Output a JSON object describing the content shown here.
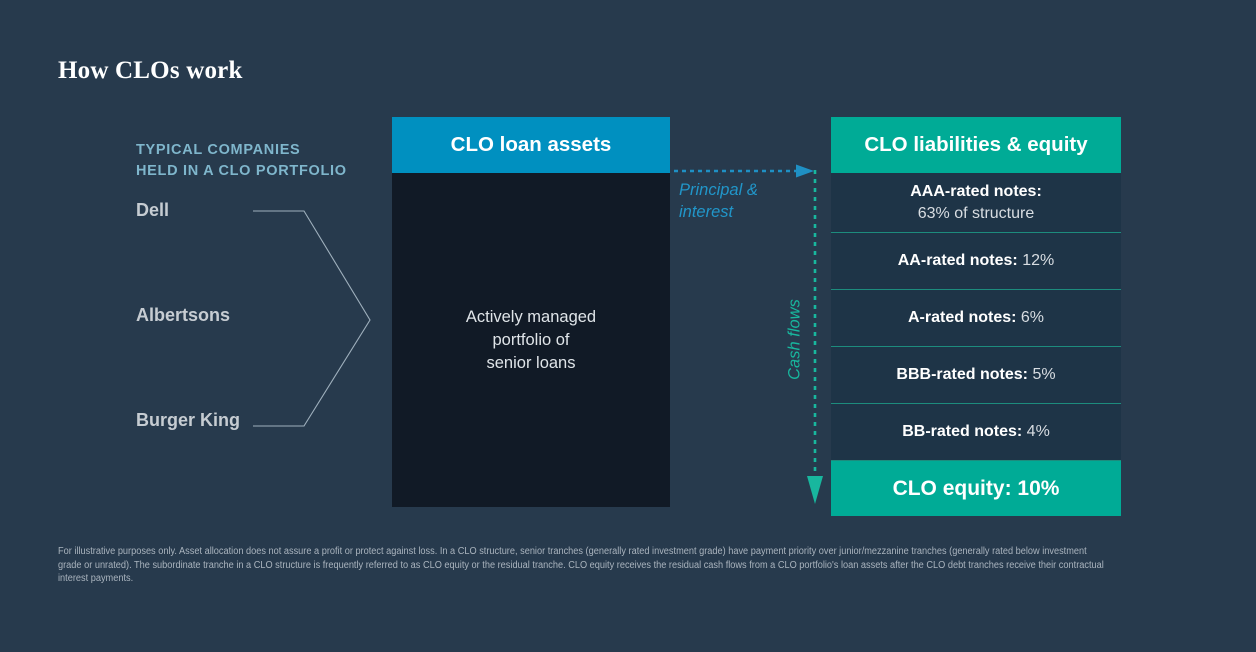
{
  "title": "How CLOs work",
  "left": {
    "heading_line1": "TYPICAL COMPANIES",
    "heading_line2": "HELD IN A CLO PORTFOLIO",
    "companies": [
      "Dell",
      "Albertsons",
      "Burger King"
    ]
  },
  "assets": {
    "header": "CLO loan assets",
    "body_line1": "Actively managed",
    "body_line2": "portfolio of",
    "body_line3": "senior loans"
  },
  "flows": {
    "principal_line1": "Principal &",
    "principal_line2": "interest",
    "cash_flows": "Cash flows"
  },
  "liabilities": {
    "header": "CLO liabilities & equity",
    "tranches": [
      {
        "label": "AAA-rated notes:",
        "value": "63% of structure",
        "two_line": true
      },
      {
        "label": "AA-rated notes:",
        "value": "12%",
        "two_line": false
      },
      {
        "label": "A-rated notes:",
        "value": "6%",
        "two_line": false
      },
      {
        "label": "BBB-rated notes:",
        "value": "5%",
        "two_line": false
      },
      {
        "label": "BB-rated notes:",
        "value": "4%",
        "two_line": false
      }
    ],
    "equity": "CLO equity: 10%"
  },
  "footnote": "For illustrative purposes only. Asset allocation does not assure a profit or protect against loss. In a CLO structure, senior tranches (generally rated investment grade) have payment priority over junior/mezzanine tranches (generally rated below investment grade or unrated). The subordinate tranche in a CLO structure is frequently referred to as CLO equity or the residual tranche. CLO equity receives the residual cash flows from a CLO portfolio's loan assets after the CLO debt tranches receive their contractual interest payments.",
  "colors": {
    "background": "#273a4d",
    "assets_accent": "#0090c0",
    "liabilities_accent": "#00ab96",
    "assets_body": "#111a26",
    "tranche_row": "#1e3447",
    "divider": "#1d8c7d",
    "heading_text": "#7fb6cc"
  },
  "chart_data": {
    "type": "bar",
    "title": "CLO liabilities & equity capital structure",
    "categories": [
      "AAA-rated notes",
      "AA-rated notes",
      "A-rated notes",
      "BBB-rated notes",
      "BB-rated notes",
      "CLO equity"
    ],
    "values": [
      63,
      12,
      6,
      5,
      4,
      10
    ],
    "xlabel": "",
    "ylabel": "% of structure",
    "ylim": [
      0,
      100
    ]
  }
}
